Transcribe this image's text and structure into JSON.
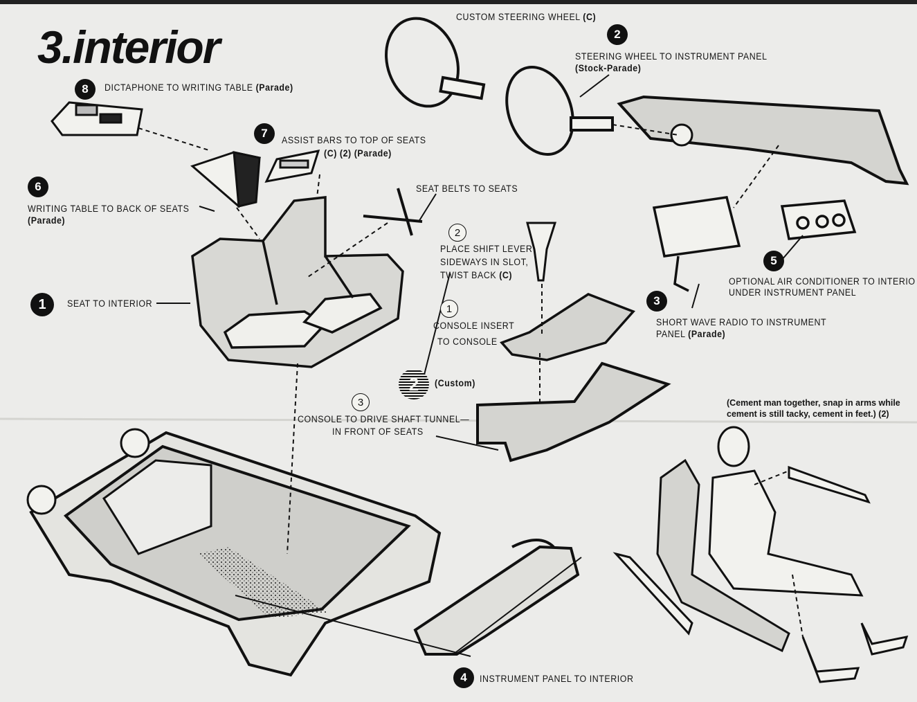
{
  "title": "3.interior",
  "steps": [
    {
      "num": "1",
      "text": "SEAT TO INTERIOR"
    },
    {
      "num": "2",
      "text": "STEERING WHEEL TO INSTRUMENT PANEL",
      "sub": "(Stock-Parade)"
    },
    {
      "num": "3",
      "text": "SHORT WAVE RADIO TO INSTRUMENT",
      "text2": "PANEL",
      "sub": "(Parade)"
    },
    {
      "num": "4",
      "text": "INSTRUMENT PANEL TO INTERIOR"
    },
    {
      "num": "5",
      "text": "OPTIONAL AIR CONDITIONER TO INTERIO",
      "text2": "UNDER INSTRUMENT PANEL"
    },
    {
      "num": "6",
      "text": "WRITING TABLE TO BACK OF SEATS",
      "sub": "(Parade)"
    },
    {
      "num": "7",
      "text": "ASSIST BARS TO TOP OF SEATS",
      "sub": "(C) (2) (Parade)"
    },
    {
      "num": "8",
      "text": "DICTAPHONE TO WRITING TABLE",
      "sub": "(Parade)"
    }
  ],
  "custom_wheel": "CUSTOM STEERING WHEEL",
  "custom_wheel_tag": "(C)",
  "seat_belts": "SEAT BELTS TO SEATS",
  "custom_steps": [
    {
      "num": "2",
      "line1": "PLACE SHIFT LEVER",
      "line2": "SIDEWAYS IN SLOT,",
      "line3": "TWIST BACK",
      "tag": "(C)"
    },
    {
      "num": "1",
      "line1": "CONSOLE INSERT",
      "line2": "TO CONSOLE"
    },
    {
      "num": "3",
      "line1": "CONSOLE TO DRIVE SHAFT TUNNEL—",
      "line2": "IN FRONT OF SEATS"
    }
  ],
  "custom_badge_num": "2",
  "custom_label": "(Custom)",
  "cement_note": "(Cement man together, snap in arms while",
  "cement_note2": "cement is still tacky, cement in feet.) (2)"
}
